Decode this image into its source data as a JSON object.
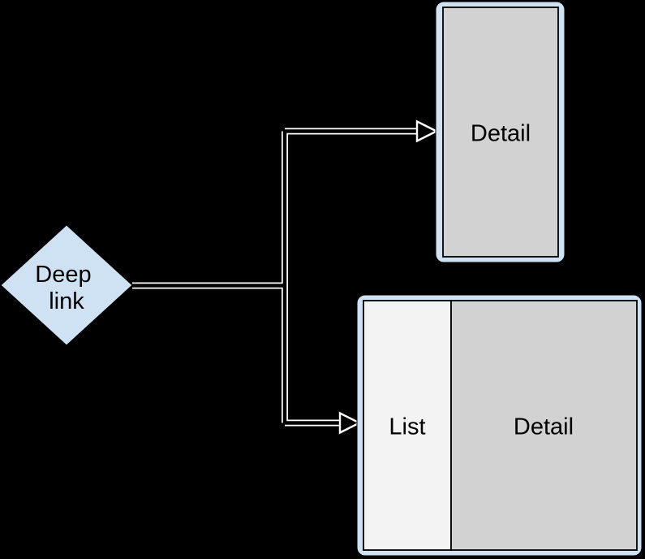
{
  "colors": {
    "background": "#000000",
    "node_fill": "#cfe2f3",
    "node_outline": "#000000",
    "screen_fill": "#d2d2d2",
    "list_fill": "#f3f3f3",
    "connector": "#ffffff",
    "connector_core": "#000000",
    "text": "#000000"
  },
  "diagram": {
    "deep_link_node": {
      "line1": "Deep",
      "line2": "link"
    },
    "compact_screen": {
      "detail_label": "Detail"
    },
    "expanded_screen": {
      "list_label": "List",
      "detail_label": "Detail"
    }
  }
}
